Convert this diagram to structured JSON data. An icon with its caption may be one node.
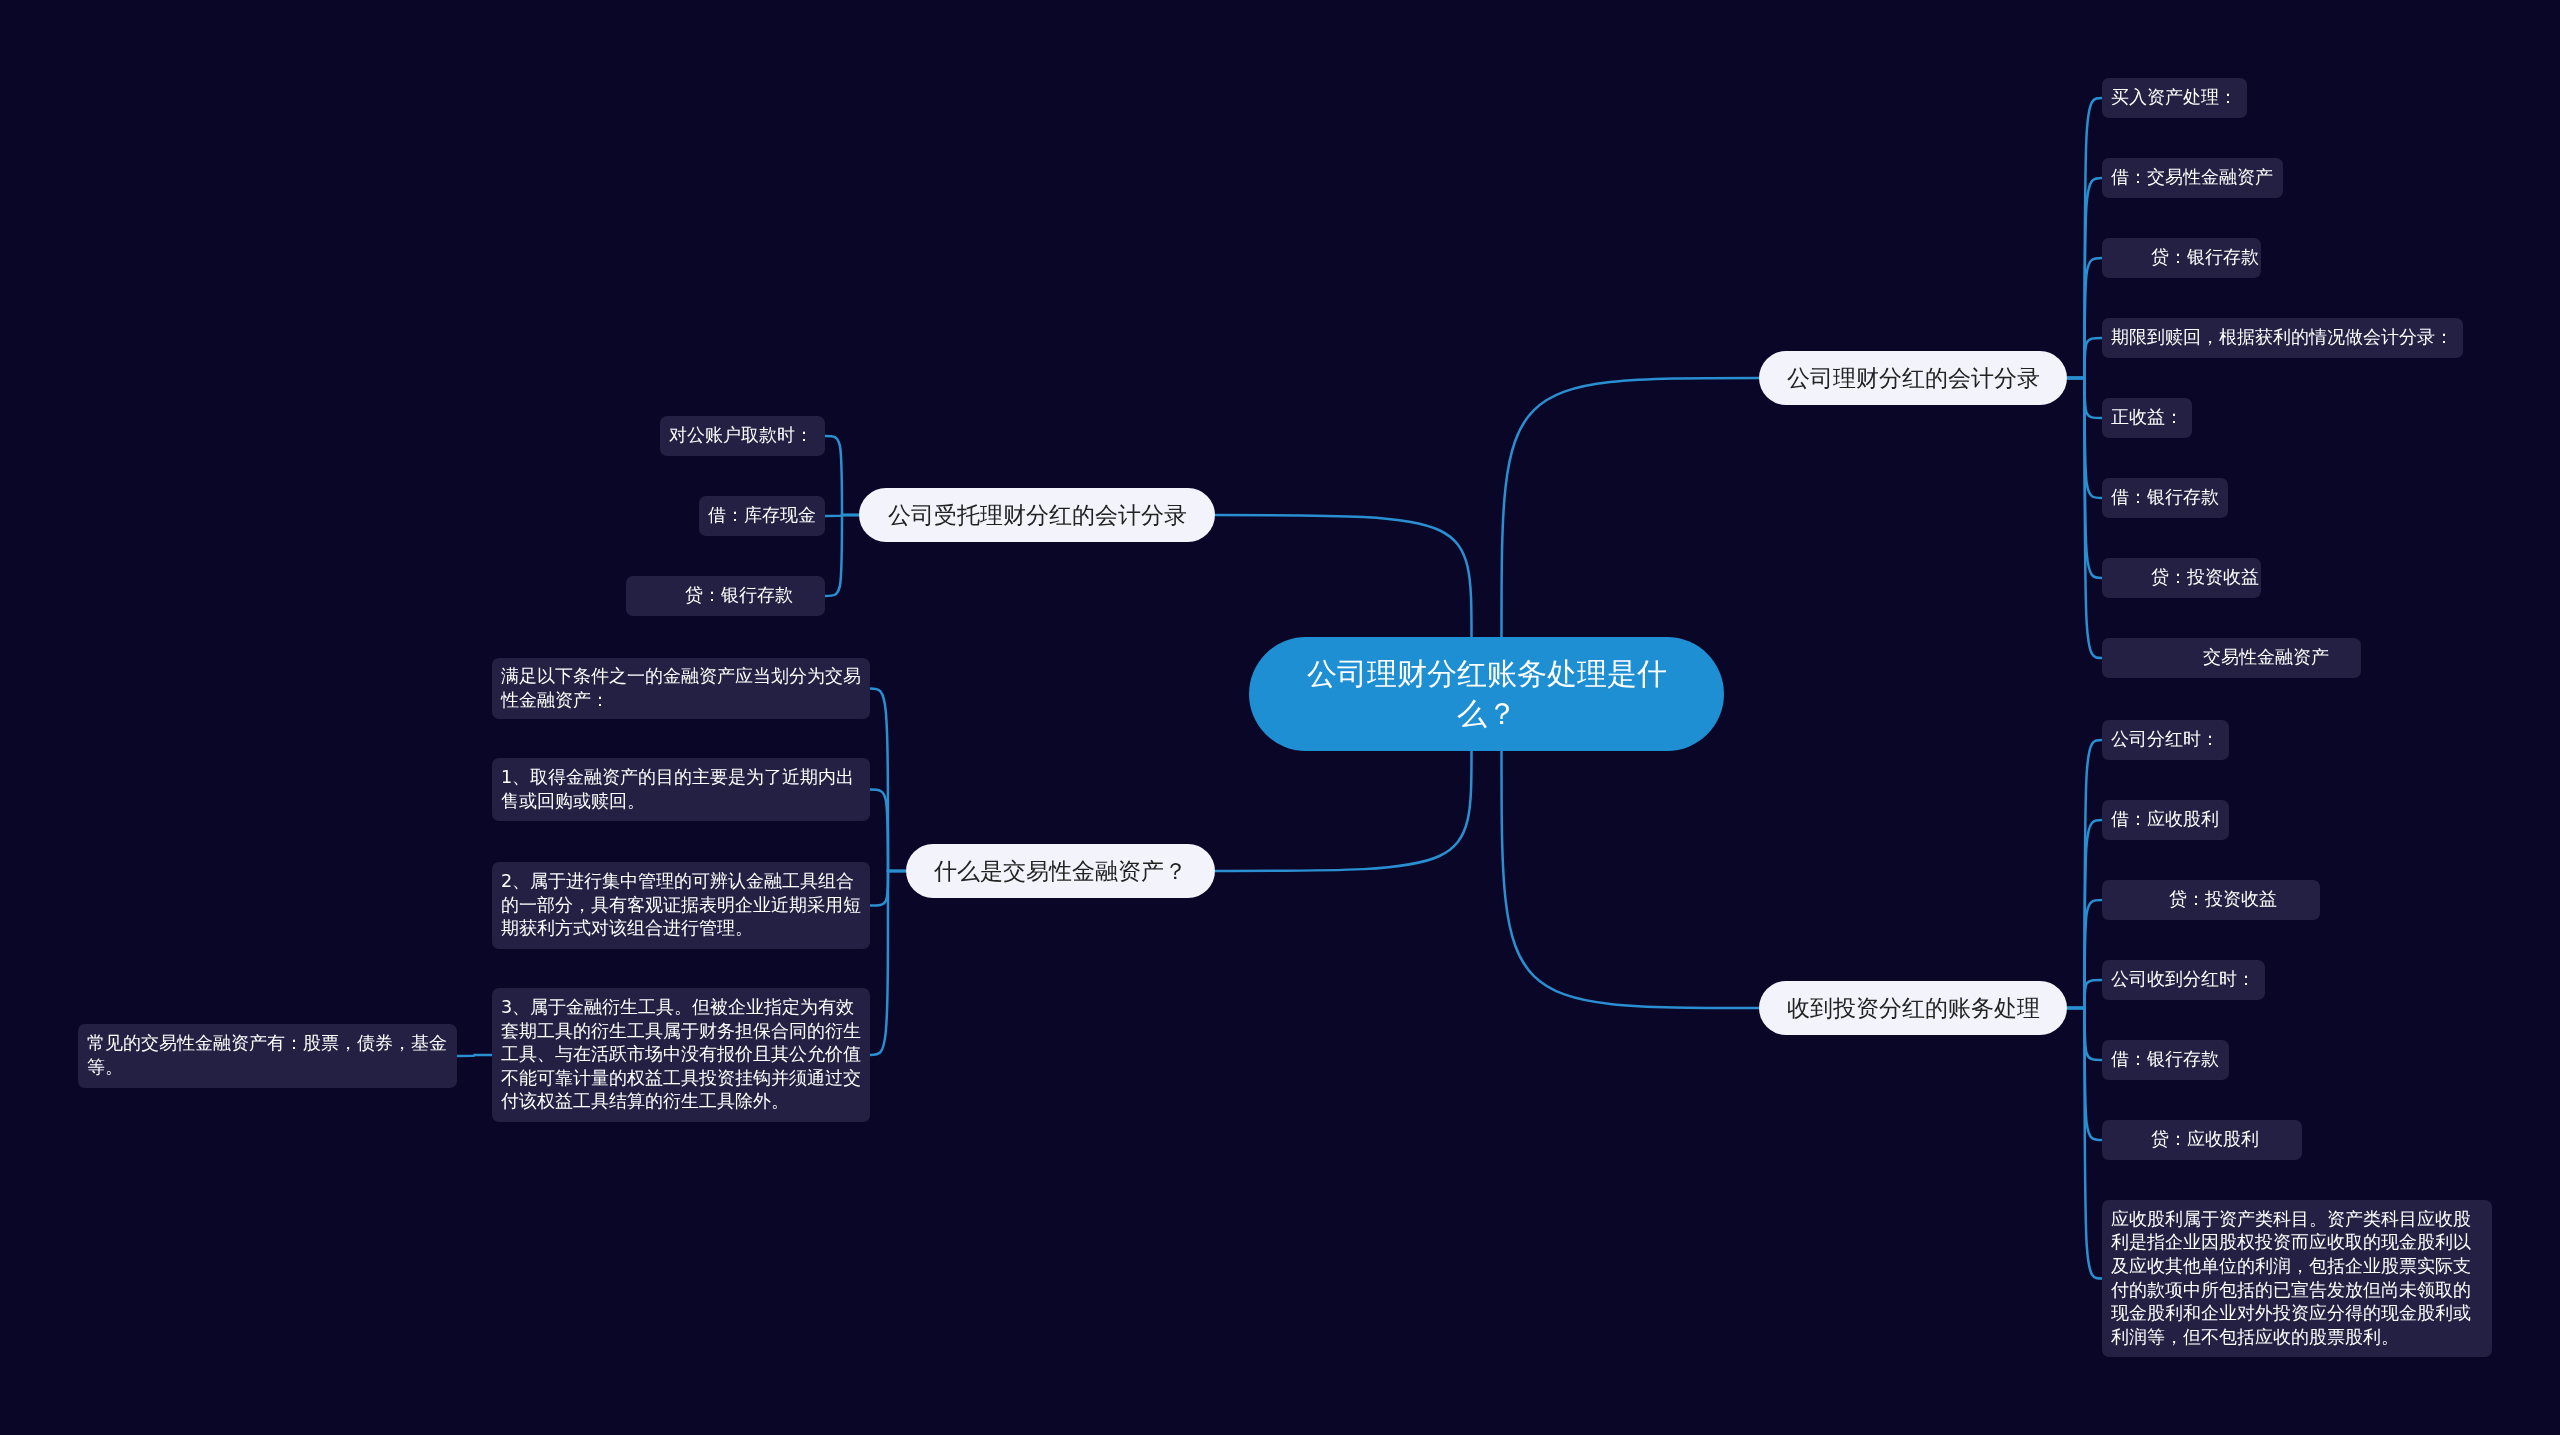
{
  "diagram": {
    "nodes": [
      {
        "text": [
          "公司理财分红账务处理是什么？"
        ]
      },
      {
        "text": [
          "公司受托理财分红的会计分录"
        ]
      },
      {
        "text": [
          "对公账户取款时："
        ]
      },
      {
        "text": [
          "借：库存现金"
        ]
      },
      {
        "text": [
          "贷：银行存款"
        ]
      },
      {
        "text": [
          "什么是交易性金融资产？"
        ]
      },
      {
        "text": [
          "满足以下条件之一的金融资产应当划分为交易性金融资产："
        ]
      },
      {
        "text": [
          "1、取得金融资产的目的主要是为了近期内出售或回购或赎回。"
        ]
      },
      {
        "text": [
          "2、属于进行集中管理的可辨认金融工具组合的一部分，具有客观证据表明企业近期采用短期获利方式对该组合进行管理。"
        ]
      },
      {
        "text": [
          "3、属于金融衍生工具。但被企业指定为有效套期工具的衍生工具属于财务担保合同的衍生工具、与在活跃市场中没有报价且其公允价值不能可靠计量的权益工具投资挂钩并须通过交付该权益工具结算的衍生工具除外。"
        ]
      },
      {
        "text": [
          "常见的交易性金融资产有：股票，债券，基金等。"
        ]
      },
      {
        "text": [
          "公司理财分红的会计分录"
        ]
      },
      {
        "text": [
          "买入资产处理："
        ]
      },
      {
        "text": [
          "借：交易性金融资产"
        ]
      },
      {
        "text": [
          "贷：银行存款"
        ]
      },
      {
        "text": [
          "期限到赎回，根据获利的情况做会计分录："
        ]
      },
      {
        "text": [
          "正收益："
        ]
      },
      {
        "text": [
          "借：银行存款"
        ]
      },
      {
        "text": [
          "贷：投资收益"
        ]
      },
      {
        "text": [
          "交易性金融资产"
        ]
      },
      {
        "text": [
          "收到投资分红的账务处理"
        ]
      },
      {
        "text": [
          "公司分红时："
        ]
      },
      {
        "text": [
          "借：应收股利"
        ]
      },
      {
        "text": [
          "贷：投资收益"
        ]
      },
      {
        "text": [
          "公司收到分红时："
        ]
      },
      {
        "text": [
          "借：银行存款"
        ]
      },
      {
        "text": [
          "贷：应收股利"
        ]
      },
      {
        "text": [
          "应收股利属于资产类科目。资产类科目应收股利是指企业因股权投资而应收取的现金股利以及应收其他单位的利润，包括企业股票实际支付的款项中所包括的已宣告发放但尚未领取的现金股利和企业对外投资应分得的现金股利或利润等，但不包括应收的股票股利。"
        ]
      }
    ],
    "edges": [
      {
        "from": 0,
        "to": 1,
        "arrow": "none"
      },
      {
        "from": 1,
        "to": 2,
        "arrow": "none"
      },
      {
        "from": 1,
        "to": 3,
        "arrow": "none"
      },
      {
        "from": 1,
        "to": 4,
        "arrow": "none"
      },
      {
        "from": 0,
        "to": 5,
        "arrow": "none"
      },
      {
        "from": 5,
        "to": 6,
        "arrow": "none"
      },
      {
        "from": 5,
        "to": 7,
        "arrow": "none"
      },
      {
        "from": 5,
        "to": 8,
        "arrow": "none"
      },
      {
        "from": 5,
        "to": 9,
        "arrow": "none"
      },
      {
        "from": 9,
        "to": 10,
        "arrow": "none"
      },
      {
        "from": 0,
        "to": 11,
        "arrow": "none"
      },
      {
        "from": 11,
        "to": 12,
        "arrow": "none"
      },
      {
        "from": 11,
        "to": 13,
        "arrow": "none"
      },
      {
        "from": 11,
        "to": 14,
        "arrow": "none"
      },
      {
        "from": 11,
        "to": 15,
        "arrow": "none"
      },
      {
        "from": 11,
        "to": 16,
        "arrow": "none"
      },
      {
        "from": 11,
        "to": 17,
        "arrow": "none"
      },
      {
        "from": 11,
        "to": 18,
        "arrow": "none"
      },
      {
        "from": 11,
        "to": 19,
        "arrow": "none"
      },
      {
        "from": 0,
        "to": 20,
        "arrow": "none"
      },
      {
        "from": 20,
        "to": 21,
        "arrow": "none"
      },
      {
        "from": 20,
        "to": 22,
        "arrow": "none"
      },
      {
        "from": 20,
        "to": 23,
        "arrow": "none"
      },
      {
        "from": 20,
        "to": 24,
        "arrow": "none"
      },
      {
        "from": 20,
        "to": 25,
        "arrow": "none"
      },
      {
        "from": 20,
        "to": 26,
        "arrow": "none"
      },
      {
        "from": 20,
        "to": 27,
        "arrow": "none"
      }
    ]
  }
}
